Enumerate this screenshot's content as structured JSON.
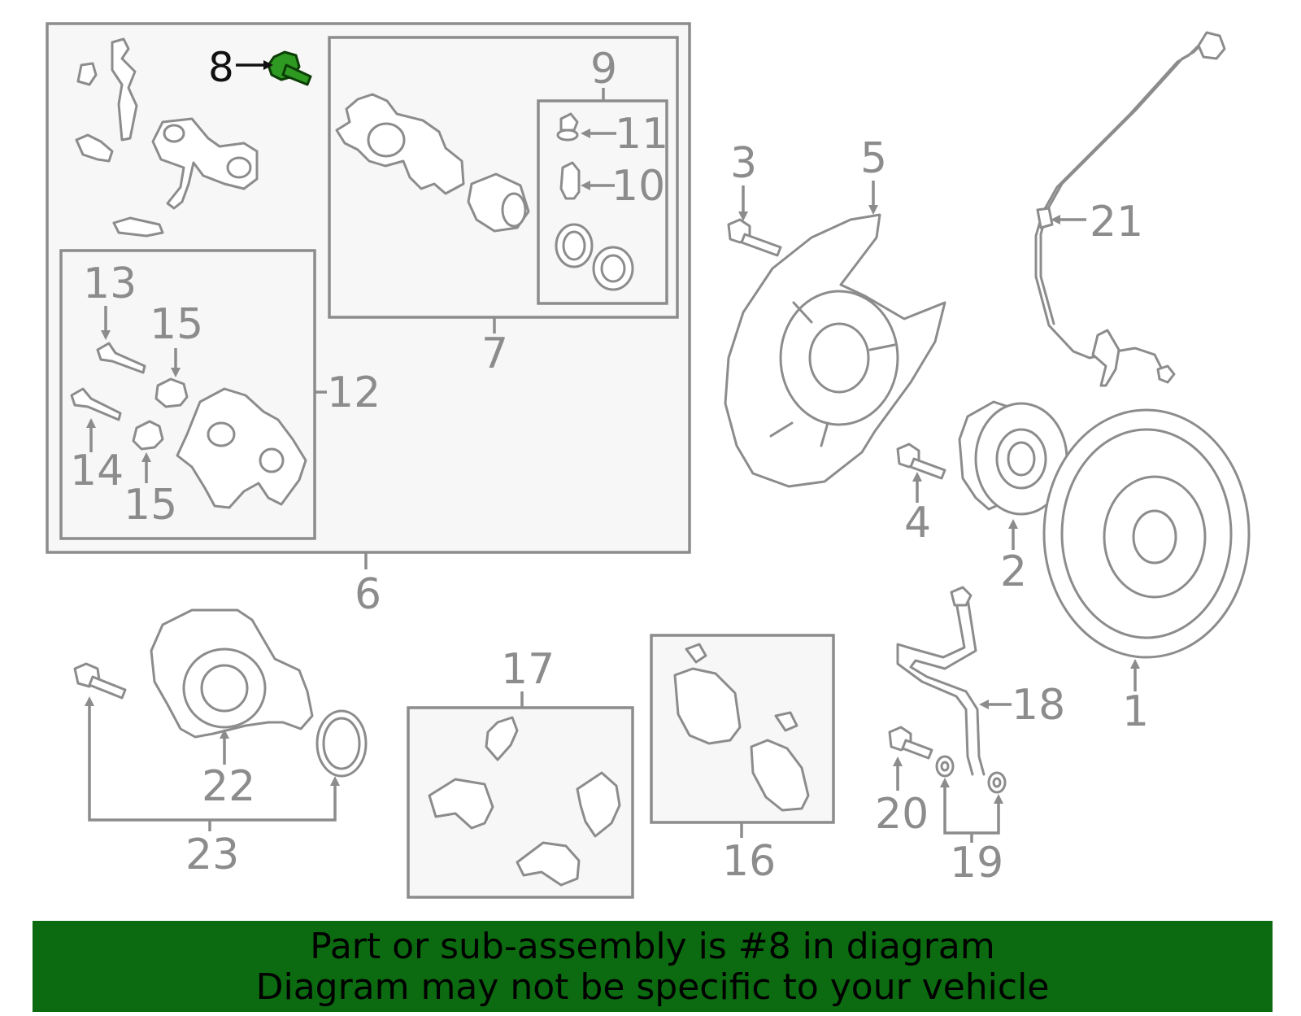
{
  "banner": {
    "line1": "Part or sub-assembly is #8 in diagram",
    "line2": "Diagram may not be specific to your vehicle"
  },
  "callouts": {
    "n1": "1",
    "n2": "2",
    "n3": "3",
    "n4": "4",
    "n5": "5",
    "n6": "6",
    "n7": "7",
    "n8": "8",
    "n9": "9",
    "n10": "10",
    "n11": "11",
    "n12": "12",
    "n13": "13",
    "n14": "14",
    "n15a": "15",
    "n15b": "15",
    "n16": "16",
    "n17": "17",
    "n18": "18",
    "n19": "19",
    "n20": "20",
    "n21": "21",
    "n22": "22",
    "n23": "23"
  },
  "highlight": {
    "part": "8",
    "color": "#2e9a22",
    "banner_color": "#0c6a10"
  }
}
